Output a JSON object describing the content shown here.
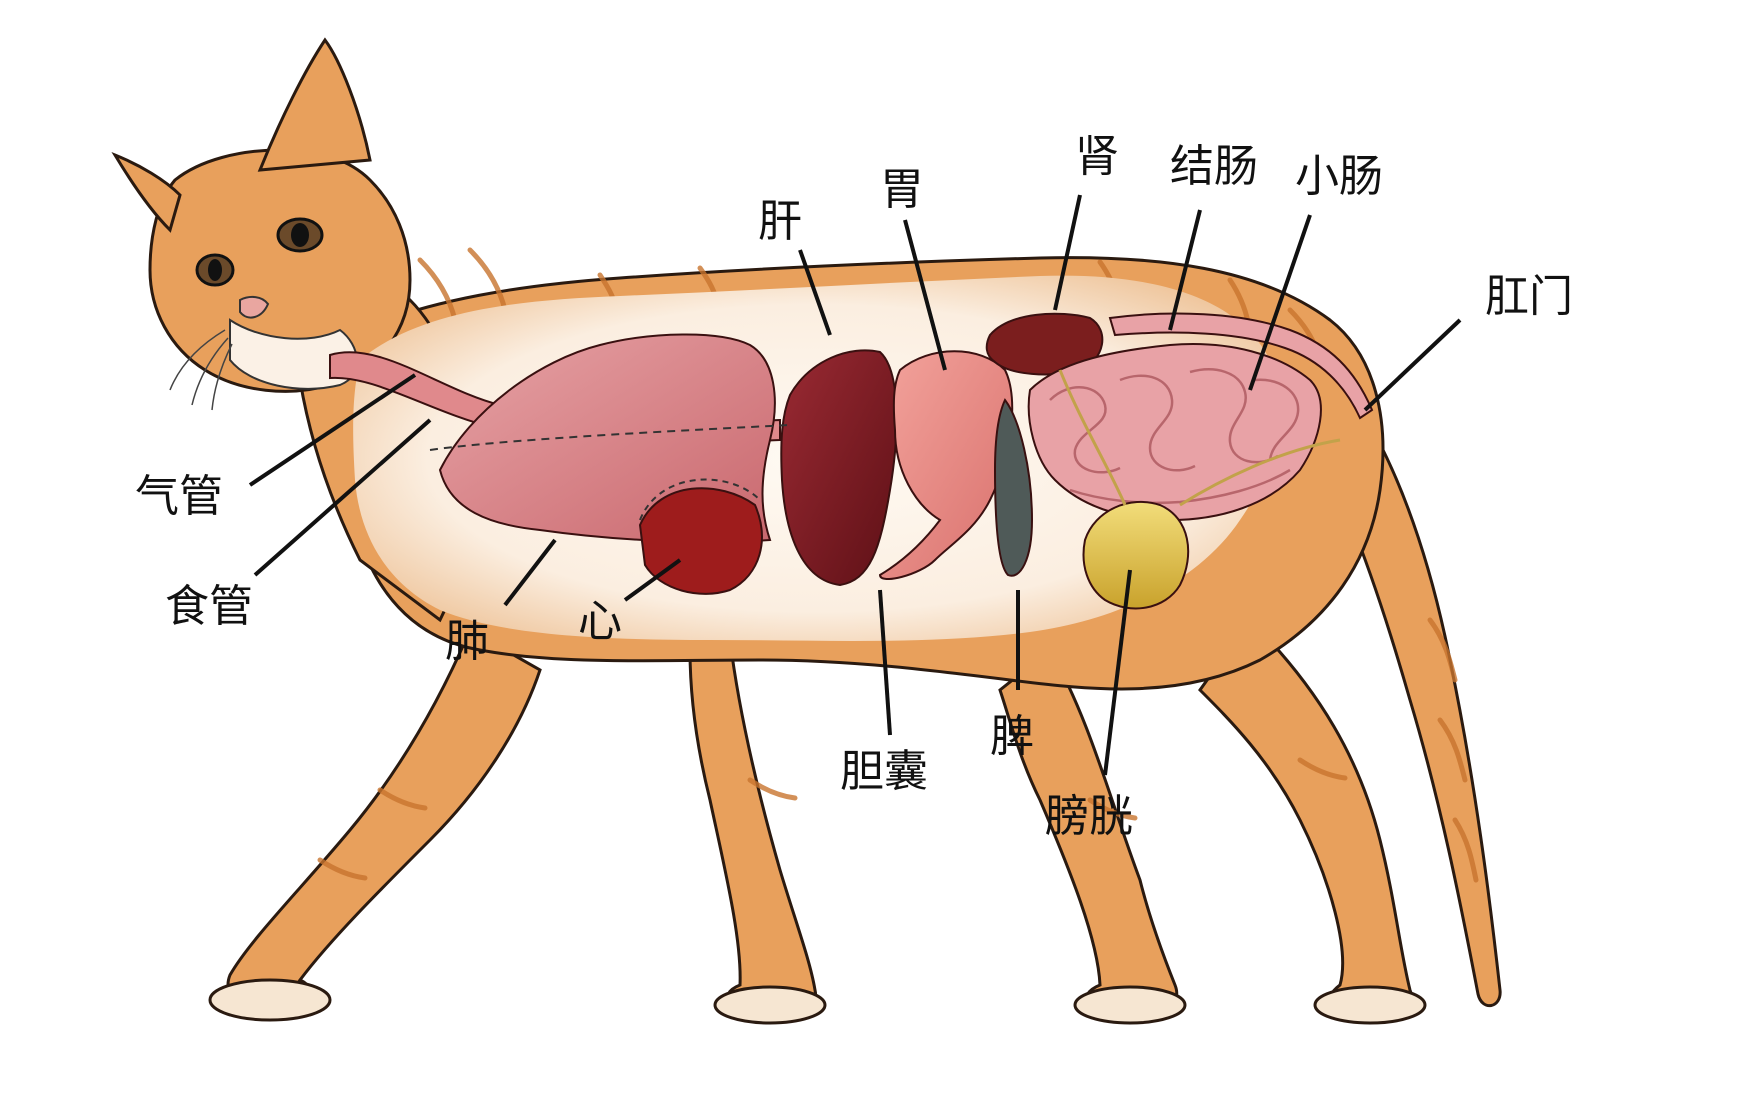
{
  "labels": {
    "trachea": "气管",
    "esophagus": "食管",
    "lung": "肺",
    "heart": "心",
    "liver": "肝",
    "stomach": "胃",
    "gallbladder": "胆囊",
    "spleen": "脾",
    "kidney": "肾",
    "colon": "结肠",
    "small_intestine": "小肠",
    "anus": "肛门",
    "bladder": "膀胱"
  },
  "colors": {
    "fur": "#e8a05c",
    "fur_dark": "#c8742e",
    "belly_light": "#fbf1e6",
    "lung": "#d98a8f",
    "liver": "#7a1a22",
    "heart": "#9e1c1c",
    "stomach": "#e88a84",
    "spleen": "#4f5a58",
    "kidney": "#7b1e1e",
    "intestine": "#e8a2a6",
    "bladder": "#e3c24a",
    "esophagus": "#e0898c"
  }
}
